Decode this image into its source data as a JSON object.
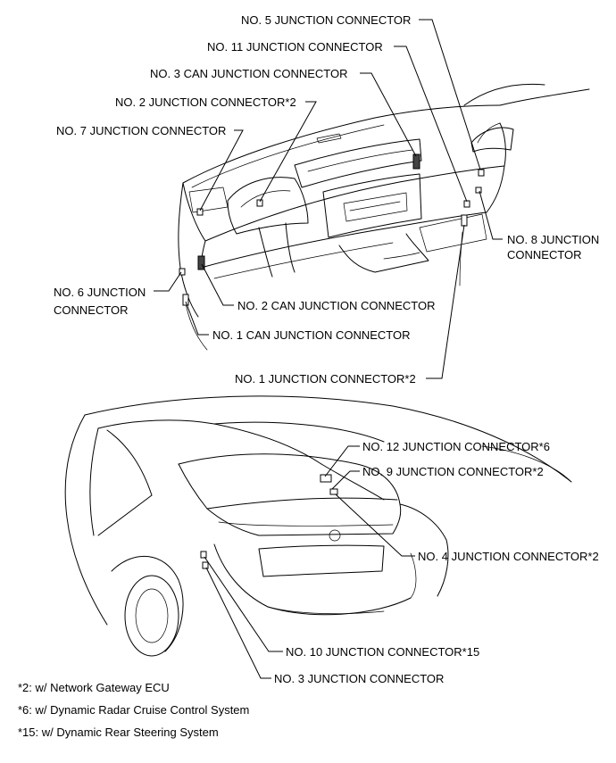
{
  "labels": {
    "no5": "NO. 5 JUNCTION CONNECTOR",
    "no11": "NO. 11 JUNCTION CONNECTOR",
    "no3can": "NO. 3 CAN JUNCTION CONNECTOR",
    "no2": "NO. 2 JUNCTION CONNECTOR*2",
    "no7": "NO. 7 JUNCTION CONNECTOR",
    "no8_line1": "NO. 8 JUNCTION",
    "no8_line2": "CONNECTOR",
    "no6_line1": "NO. 6 JUNCTION",
    "no6_line2": "CONNECTOR",
    "no2can": "NO. 2 CAN JUNCTION CONNECTOR",
    "no1can": "NO. 1 CAN JUNCTION CONNECTOR",
    "no1": "NO. 1 JUNCTION CONNECTOR*2",
    "no12": "NO. 12 JUNCTION CONNECTOR*6",
    "no9": "NO. 9 JUNCTION CONNECTOR*2",
    "no4": "NO. 4 JUNCTION CONNECTOR*2",
    "no10": "NO. 10 JUNCTION CONNECTOR*15",
    "no3": "NO. 3 JUNCTION CONNECTOR"
  },
  "footnotes": [
    "*2: w/ Network Gateway ECU",
    "*6: w/ Dynamic Radar Cruise Control System",
    "*15: w/ Dynamic Rear Steering System"
  ]
}
